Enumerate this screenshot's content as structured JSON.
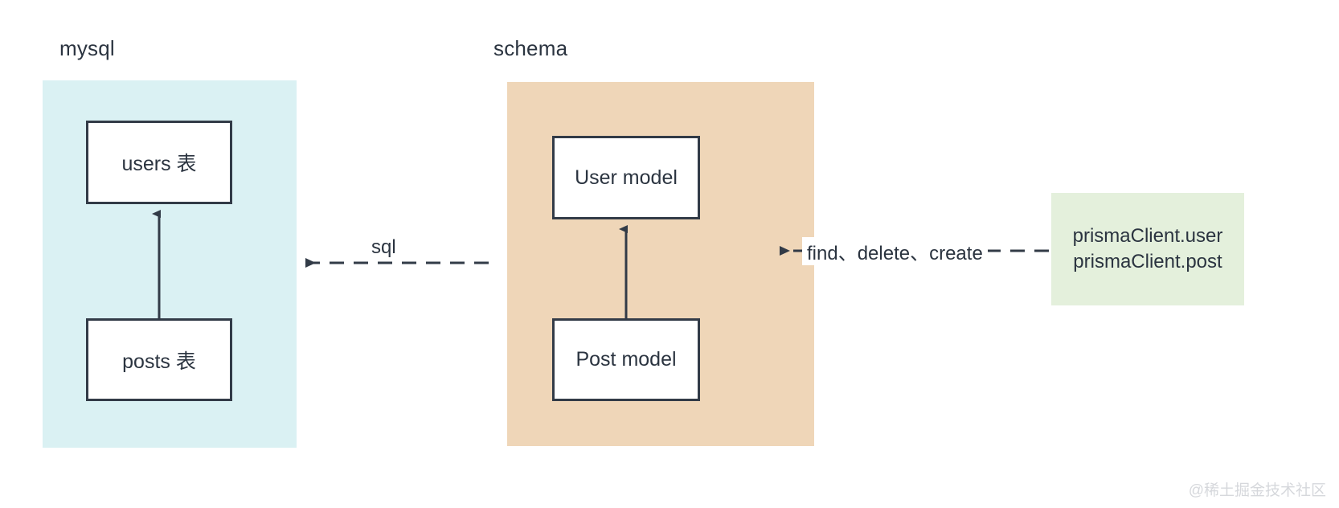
{
  "diagram": {
    "title_regions": {
      "mysql_label": "mysql",
      "schema_label": "schema"
    },
    "panels": [
      {
        "name": "mysql",
        "label": "mysql",
        "color": "#daf1f3"
      },
      {
        "name": "schema",
        "label": "schema",
        "color": "#efd6b8"
      }
    ],
    "nodes": [
      {
        "id": "users-table",
        "label": "users 表",
        "panel": "mysql"
      },
      {
        "id": "posts-table",
        "label": "posts 表",
        "panel": "mysql"
      },
      {
        "id": "user-model",
        "label": "User model",
        "panel": "schema"
      },
      {
        "id": "post-model",
        "label": "Post model",
        "panel": "schema"
      }
    ],
    "client_box": {
      "color": "#e4f0dc",
      "lines": [
        "prismaClient.user",
        "prismaClient.post"
      ]
    },
    "edges": [
      {
        "id": "posts-to-users",
        "style": "solid-arrow",
        "label": ""
      },
      {
        "id": "post-to-user",
        "style": "solid-arrow",
        "label": ""
      },
      {
        "id": "schema-to-mysql",
        "style": "dashed-arrow",
        "label": "sql"
      },
      {
        "id": "client-to-schema",
        "style": "dashed-arrow",
        "label": "find、delete、create"
      }
    ],
    "labels": {
      "sql": "sql",
      "crud": "find、delete、create"
    },
    "watermark": "@稀土掘金技术社区",
    "colors": {
      "stroke": "#323b47",
      "text": "#2b3440",
      "mysql_panel": "#daf1f3",
      "schema_panel": "#efd6b8",
      "client_panel": "#e4f0dc",
      "watermark": "#d6d8dc"
    }
  }
}
